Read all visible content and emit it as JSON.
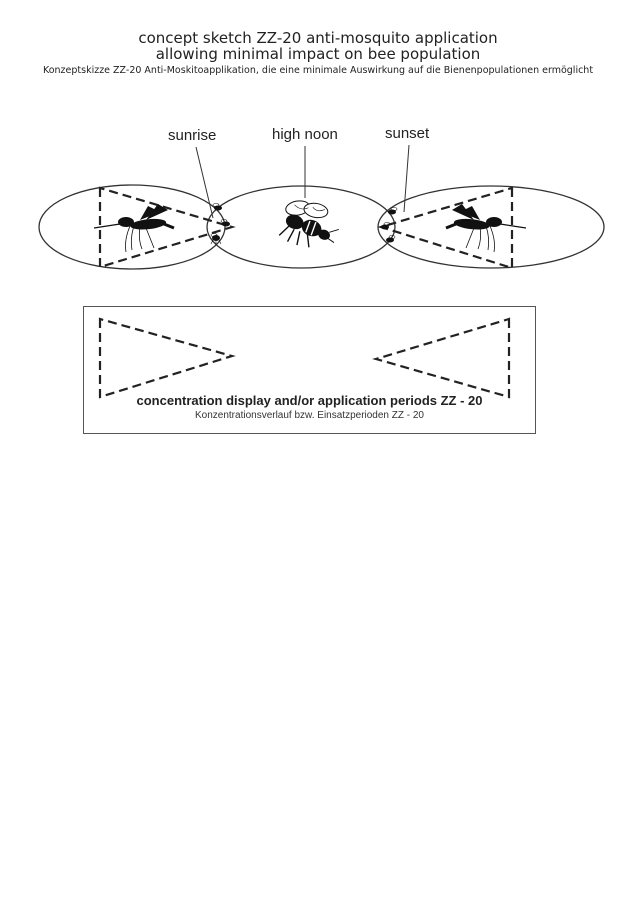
{
  "header": {
    "title_line1": "concept sketch  ZZ-20 anti-mosquito application",
    "title_line2": "allowing minimal impact on bee population",
    "subtitle_de": "Konzeptskizze  ZZ-20 Anti-Moskitoapplikation, die eine minimale Auswirkung auf die Bienenpopulationen ermöglicht"
  },
  "diagram": {
    "labels": {
      "sunrise": "sunrise",
      "noon": "high noon",
      "sunset": "sunset"
    },
    "icons": {
      "left": "mosquito-icon",
      "center": "bee-icon",
      "right": "mosquito-icon"
    }
  },
  "legend": {
    "label_en": "concentration display and/or application periods ZZ - 20",
    "label_de": "Konzentrationsverlauf bzw. Einsatzperioden ZZ - 20"
  }
}
